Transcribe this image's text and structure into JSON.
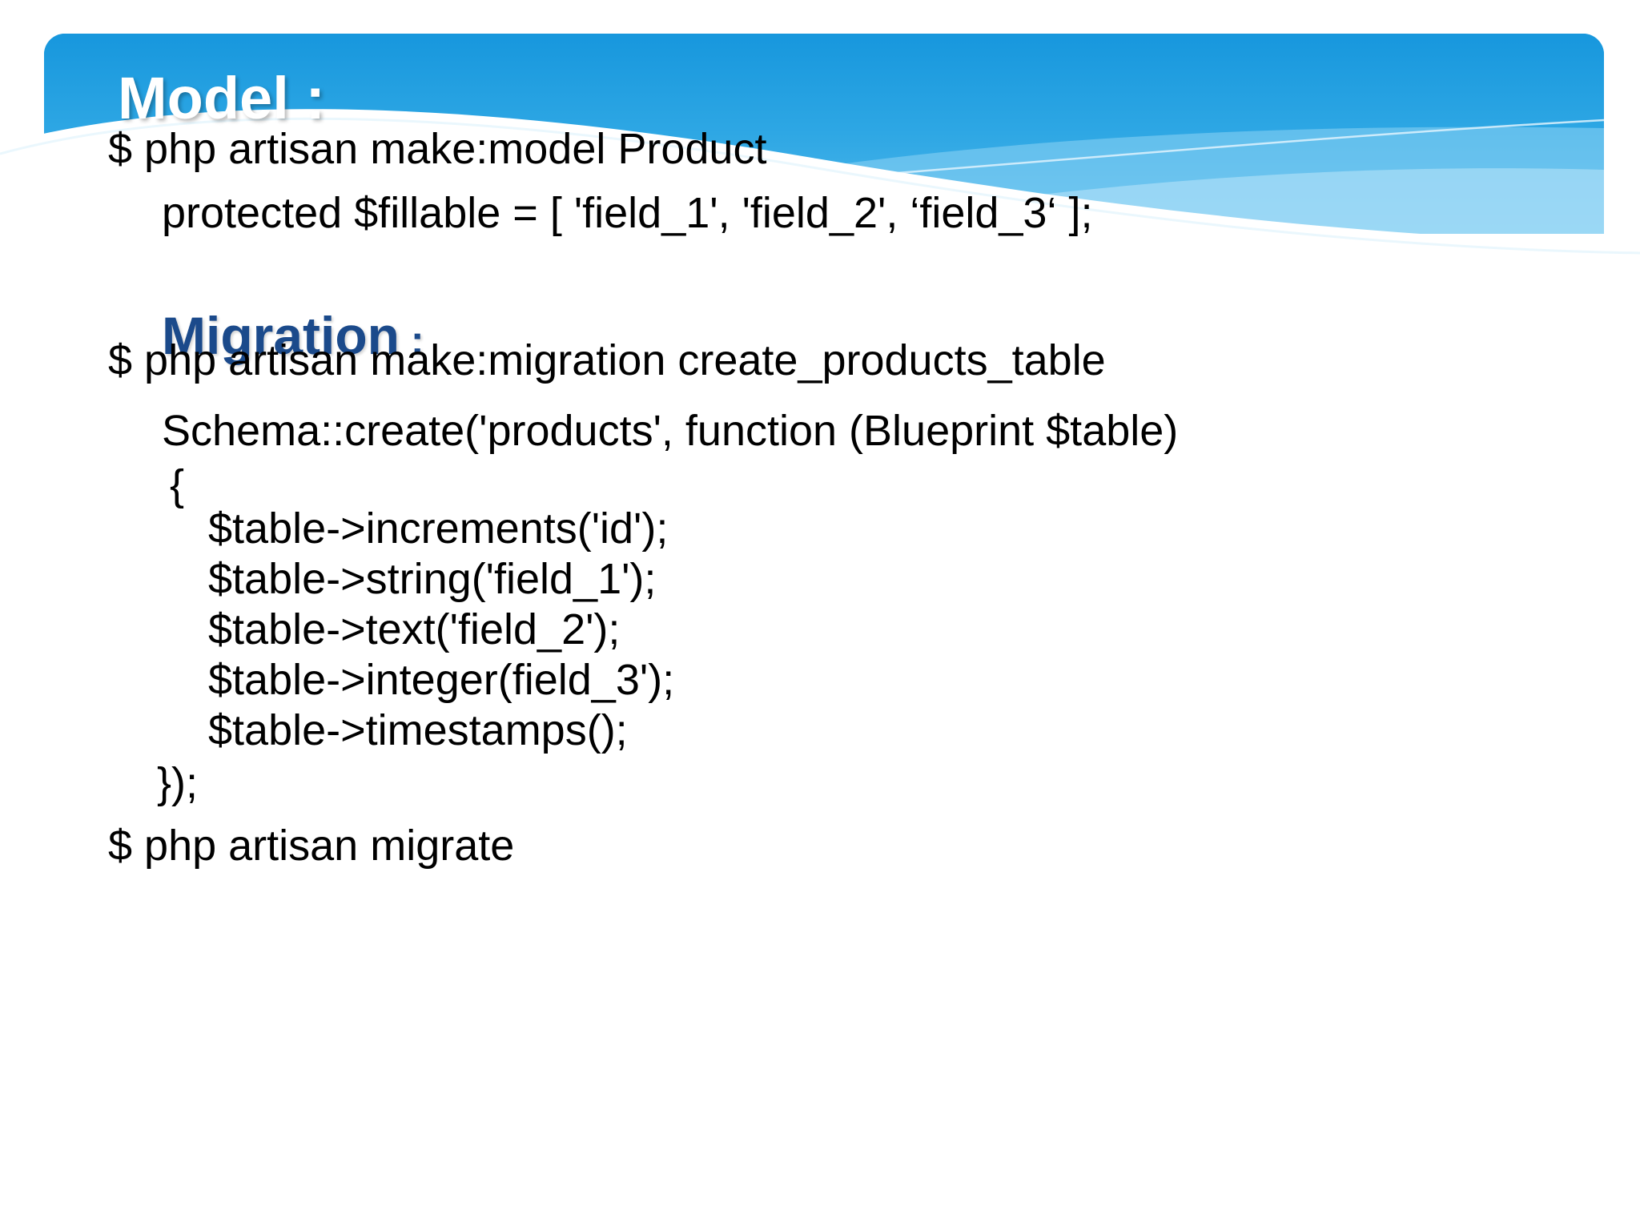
{
  "slide": {
    "background_color": "#ffffff",
    "banner": {
      "title": "Model :",
      "gradient_top": "#1797dd",
      "gradient_bottom": "#49b5ea",
      "title_color": "#ffffff"
    },
    "headings": {
      "migration": "Migration",
      "migration_colon": " :",
      "migration_color": "#1b4a8b"
    },
    "model_section": {
      "lines": [
        {
          "text": "$ php artisan make:model Product",
          "indent": 0
        },
        {
          "text": "protected $fillable = [ 'field_1', 'field_2', ‘field_3‘ ];",
          "indent": 1
        }
      ]
    },
    "migration_section": {
      "lines": [
        {
          "text": "$ php artisan make:migration create_products_table",
          "indent": 0
        },
        {
          "text": "Schema::create('products', function (Blueprint $table)",
          "indent": 1
        },
        {
          "text": "{",
          "indent": 1
        },
        {
          "text": "$table->increments('id');",
          "indent": 2
        },
        {
          "text": "$table->string('field_1');",
          "indent": 2
        },
        {
          "text": "$table->text('field_2');",
          "indent": 2
        },
        {
          "text": "$table->integer(field_3');",
          "indent": 2
        },
        {
          "text": "$table->timestamps();",
          "indent": 2
        },
        {
          "text": "});",
          "indent": 1
        },
        {
          "text": "$ php artisan migrate",
          "indent": 0
        }
      ]
    }
  }
}
